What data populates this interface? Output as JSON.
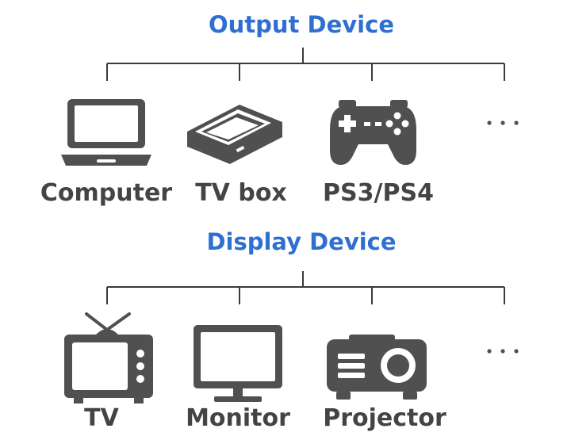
{
  "colors": {
    "title": "#2f6fd0",
    "label": "#444444",
    "icon": "#505050",
    "line": "#3a3a3a"
  },
  "output": {
    "title": "Output Device",
    "items": [
      {
        "label": "Computer",
        "icon": "laptop-icon"
      },
      {
        "label": "TV box",
        "icon": "scanner-icon"
      },
      {
        "label": "PS3/PS4",
        "icon": "gamepad-icon"
      },
      {
        "label": "",
        "icon": "ellipsis-icon"
      }
    ]
  },
  "display": {
    "title": "Display Device",
    "items": [
      {
        "label": "TV",
        "icon": "tv-icon"
      },
      {
        "label": "Monitor",
        "icon": "monitor-icon"
      },
      {
        "label": "Projector",
        "icon": "projector-icon"
      },
      {
        "label": "",
        "icon": "ellipsis-icon"
      }
    ]
  }
}
